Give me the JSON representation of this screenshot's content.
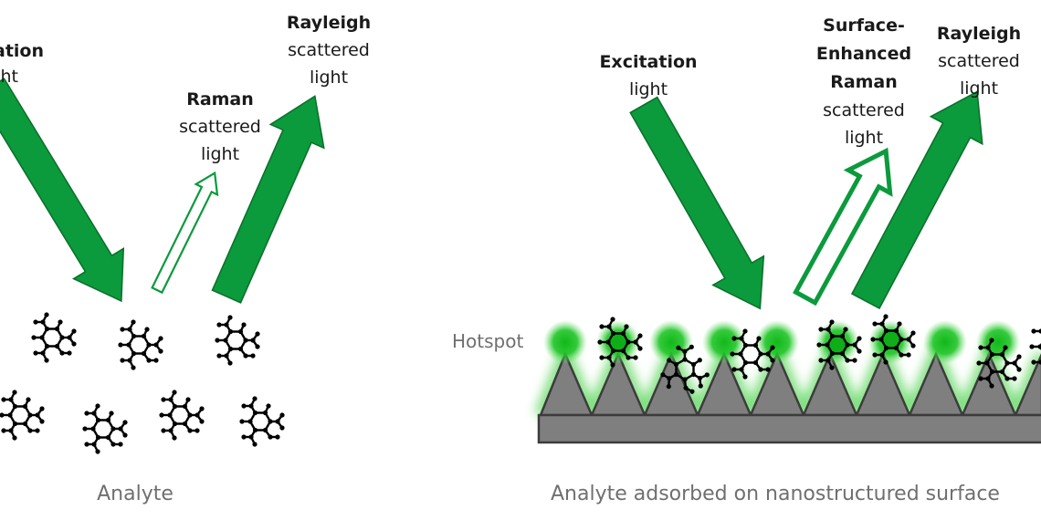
{
  "colors": {
    "arrow": "#0b9a3c",
    "arrow_stroke": "#0a6f2b",
    "substrate": "#7f7f7f",
    "hotspot": "#18c21f"
  },
  "left": {
    "excitation": [
      "Excitation",
      "light"
    ],
    "raman": [
      "Raman",
      "scattered",
      "light"
    ],
    "rayleigh": [
      "Rayleigh",
      "scattered",
      "light"
    ],
    "caption": "Analyte"
  },
  "right": {
    "excitation": [
      "Excitation",
      "light"
    ],
    "sers": [
      "Surface-",
      "Enhanced",
      "Raman",
      "scattered",
      "light"
    ],
    "rayleigh": [
      "Rayleigh",
      "scattered",
      "light"
    ],
    "hotspot": "Hotspot",
    "caption": "Analyte adsorbed on nanostructured surface"
  }
}
